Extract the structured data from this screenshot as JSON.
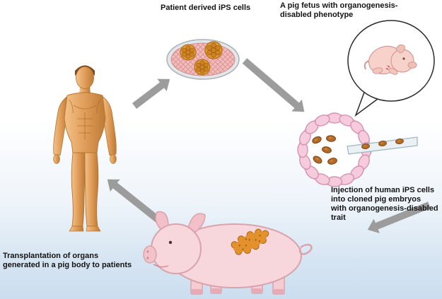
{
  "labels": {
    "patient_ips": "Patient derived iPS cells",
    "fetus": [
      "A pig fetus with organogenesis-",
      "disabled phenotype"
    ],
    "injection": [
      "Injection of human iPS cells",
      "into cloned pig embryos",
      "with organogenesis-disabled",
      "trait"
    ],
    "transplant": [
      "Transplantation of organs",
      "generated in a pig body to patients"
    ]
  },
  "colors": {
    "arrow": "#9c9c9c",
    "skin": "#dd9a55",
    "pig_body": "#f8d7dc",
    "pig_outline": "#d9a3ab",
    "organ": "#e2912c",
    "ips_colony": "#e09a33",
    "dish_fill": "#f3bdbd",
    "embryo_outer_cell": "#f6cbdb",
    "embryo_inner_cell": "#b26a28",
    "background_bottom": "#cbdeef"
  }
}
